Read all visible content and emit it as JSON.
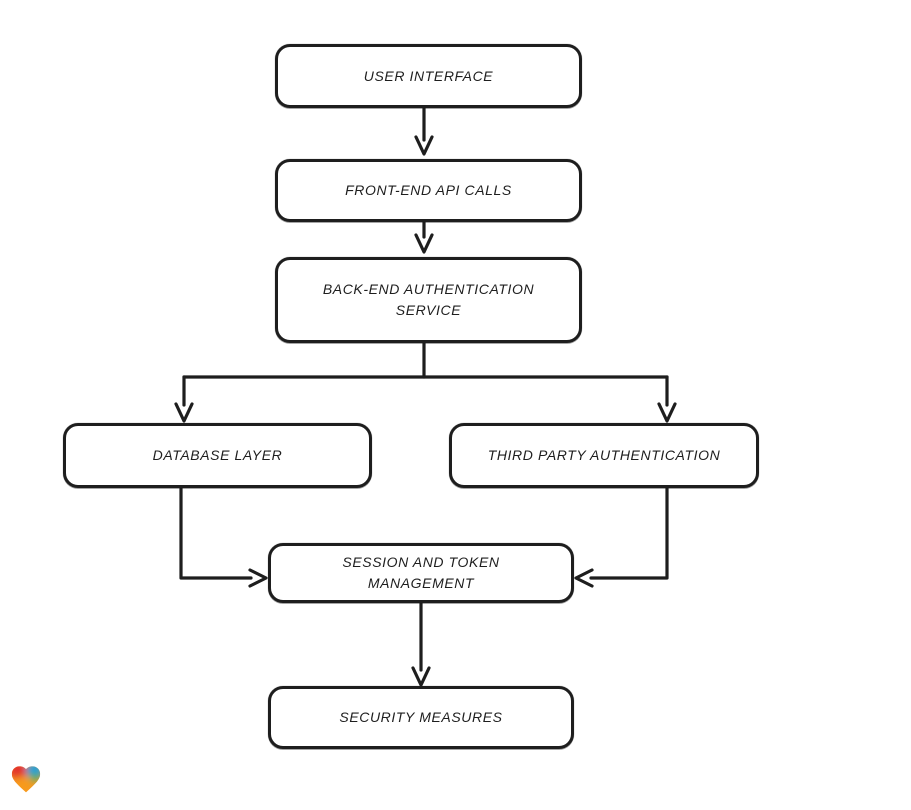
{
  "page": {
    "background_color": "#ffffff"
  },
  "diagram": {
    "type": "flowchart",
    "style": "hand-drawn",
    "stroke_color": "#1e1e1e",
    "node_fill_color": "#ffffff",
    "nodes": [
      {
        "id": "user-interface",
        "line1": "USER INTERFACE"
      },
      {
        "id": "front-end-api-calls",
        "line1": "FRONT-END API CALLS"
      },
      {
        "id": "back-end-authentication-service",
        "line1": "BACK-END AUTHENTICATION",
        "line2": "SERVICE"
      },
      {
        "id": "database-layer",
        "line1": "DATABASE LAYER"
      },
      {
        "id": "third-party-authentication",
        "line1": "THIRD PARTY AUTHENTICATION"
      },
      {
        "id": "session-and-token-management",
        "line1": "SESSION AND TOKEN",
        "line2": "MANAGEMENT"
      },
      {
        "id": "security-measures",
        "line1": "SECURITY MEASURES"
      }
    ],
    "edges": [
      {
        "from": "user-interface",
        "to": "front-end-api-calls"
      },
      {
        "from": "front-end-api-calls",
        "to": "back-end-authentication-service"
      },
      {
        "from": "back-end-authentication-service",
        "to": "database-layer"
      },
      {
        "from": "back-end-authentication-service",
        "to": "third-party-authentication"
      },
      {
        "from": "database-layer",
        "to": "session-and-token-management"
      },
      {
        "from": "third-party-authentication",
        "to": "session-and-token-management"
      },
      {
        "from": "session-and-token-management",
        "to": "security-measures"
      }
    ]
  },
  "branding": {
    "logo": "eraser-heart-logo",
    "logo_colors": {
      "red": "#e3342b",
      "blue": "#2b9fd8",
      "green": "#53ae4f",
      "orange": "#f79a1f"
    }
  }
}
